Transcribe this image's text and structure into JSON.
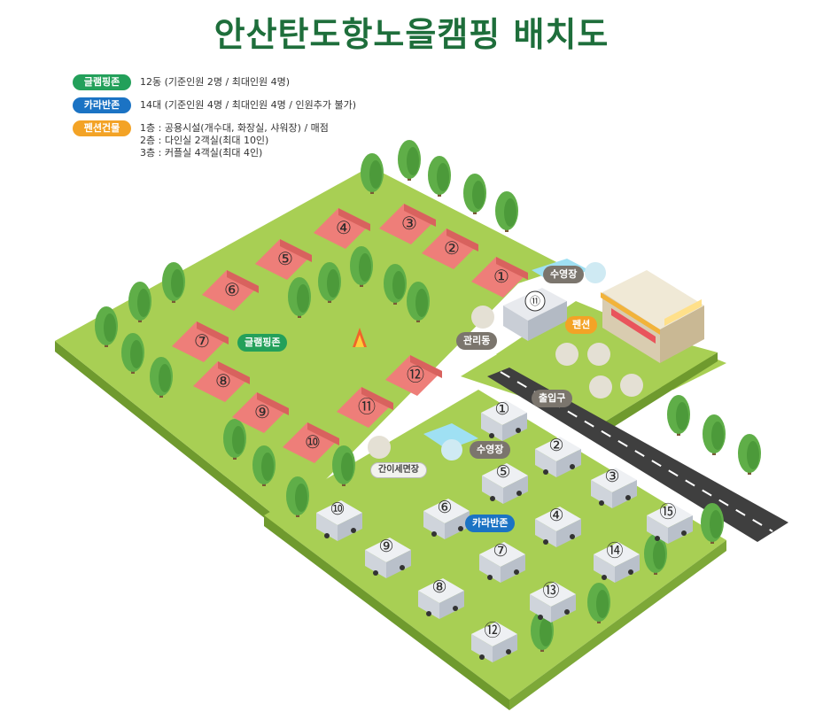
{
  "title": "안산탄도항노을캠핑 배치도",
  "legend": [
    {
      "label": "글램핑존",
      "desc": "12동 (기준인원 2명 / 최대인원 4명)",
      "color": "#23a05a"
    },
    {
      "label": "카라반존",
      "desc": "14대 (기준인원 4명 / 최대인원 4명 / 인원추가 불가)",
      "color": "#1b73c4"
    },
    {
      "label": "펜션건물",
      "desc": "1층 : 공용시설(개수대, 화장실, 샤워장) / 매점\n2층 : 다인실 2객실(최대 10인)\n3층 : 커플실 4객실(최대 4인)",
      "color": "#f3a326"
    }
  ],
  "map_labels": {
    "glamping_zone": "글램핑존",
    "caravan_zone": "카라반존",
    "pension": "펜션",
    "office": "관리동",
    "entrance": "출입구",
    "pool_top": "수영장",
    "pool_bottom": "수영장",
    "shower": "간이세면장"
  },
  "tents": [
    "①",
    "②",
    "③",
    "④",
    "⑤",
    "⑥",
    "⑦",
    "⑧",
    "⑨",
    "⑩",
    "⑪",
    "⑫"
  ],
  "caravans": [
    "①",
    "②",
    "③",
    "④",
    "⑤",
    "⑥",
    "⑦",
    "⑧",
    "⑨",
    "⑩",
    "⑪",
    "⑫",
    "⑬",
    "⑭",
    "⑮"
  ],
  "colors": {
    "grass": "#a8cf54",
    "grass_side": "#6f9a2e",
    "tent": "#ee7e79",
    "tree": "#5fae48",
    "road": "#3f3f3f"
  }
}
